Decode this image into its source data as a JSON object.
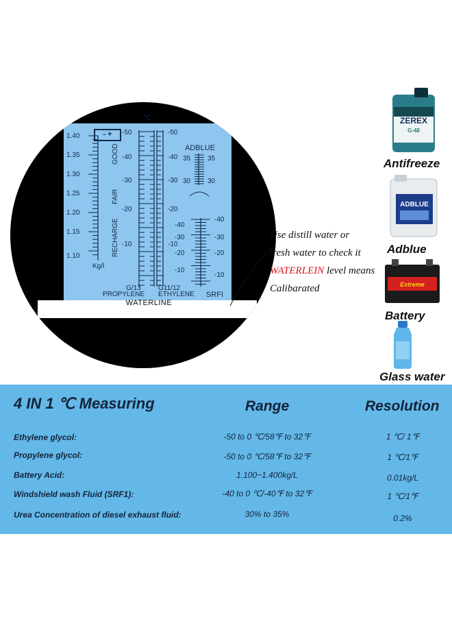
{
  "refractometer": {
    "celsius_label": "°C",
    "battery_symbol": "- +",
    "kgl_scale": [
      "1.40",
      "1.35",
      "1.30",
      "1.25",
      "1.20",
      "1.15",
      "1.10"
    ],
    "kgl_unit": "Kg/l",
    "battery_zones": [
      "GOOD",
      "FAIR",
      "RECHARGE"
    ],
    "propylene_scale": [
      "-50",
      "-40",
      "-30",
      "-20",
      "-10"
    ],
    "propylene_code": "G/13",
    "propylene_name": "PROPYLENE",
    "ethylene_scale": [
      "-50",
      "-40",
      "-30",
      "-20",
      "-10"
    ],
    "ethylene_code": "G11/12",
    "ethylene_name": "ETHYLENE",
    "adblue_label": "ADBLUE",
    "adblue_scale_left": [
      "35",
      "30"
    ],
    "adblue_scale_right": [
      "35",
      "30"
    ],
    "srfi_left_scale": [
      "-40",
      "-30",
      "-20",
      "-10"
    ],
    "srfi_right_scale": [
      "-40",
      "-30",
      "-20",
      "-10"
    ],
    "srfi_name": "SRFI",
    "waterline": "WATERLINE"
  },
  "note": {
    "line1": "Use distill water or",
    "line2": "fresh water to check it",
    "highlight": "WATERLEIN",
    "line3_rest": " level means",
    "line4": "Calibarated"
  },
  "products": [
    {
      "label": "Antifreeze",
      "brand": "ZEREX",
      "sub": "G-48"
    },
    {
      "label": "Adblue",
      "brand": "ADBLUE"
    },
    {
      "label": "Battery",
      "brand": "Extreme"
    },
    {
      "label": "Glass water"
    }
  ],
  "table": {
    "headers": {
      "measuring": "4 IN 1 ℃ Measuring",
      "range": "Range",
      "resolution": "Resolution"
    },
    "rows": [
      {
        "name": "Ethylene glycol:",
        "range": "-50 to 0 ℃/58℉ to 32℉",
        "resolution": "1 ℃/ 1℉"
      },
      {
        "name": "Propylene glycol:",
        "range": "-50 to 0 ℃/58℉ to 32℉",
        "resolution": "1 ℃/1℉"
      },
      {
        "name": "Battery Acid:",
        "range": "1.100~1.400kg/L",
        "resolution": "0.01kg/L"
      },
      {
        "name": "Windshield wash Fluid (SRF1):",
        "range": "-40 to 0 ℃/-40℉ to 32℉",
        "resolution": "1 ℃/1℉"
      },
      {
        "name": "Urea Concentration of diesel exhaust fluid:",
        "range": "30% to 35%",
        "resolution": "0.2%"
      }
    ]
  },
  "colors": {
    "panel": "#63b8e8",
    "screen": "#8fc6ef",
    "highlight": "#d4141c"
  }
}
